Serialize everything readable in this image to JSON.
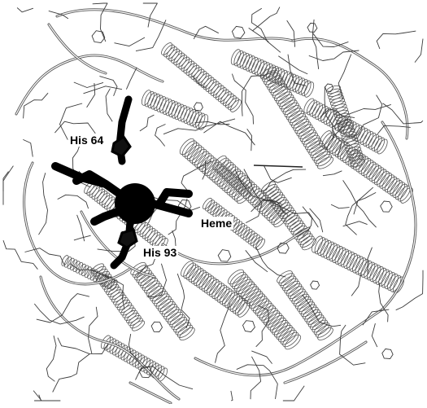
{
  "labels": {
    "his64": "His 64",
    "heme": "Heme",
    "his93": "His 93"
  },
  "colors": {
    "background": "#ffffff",
    "ribbon": "#555555",
    "sidechain": "#3a3a3a",
    "highlight": "#000000"
  }
}
